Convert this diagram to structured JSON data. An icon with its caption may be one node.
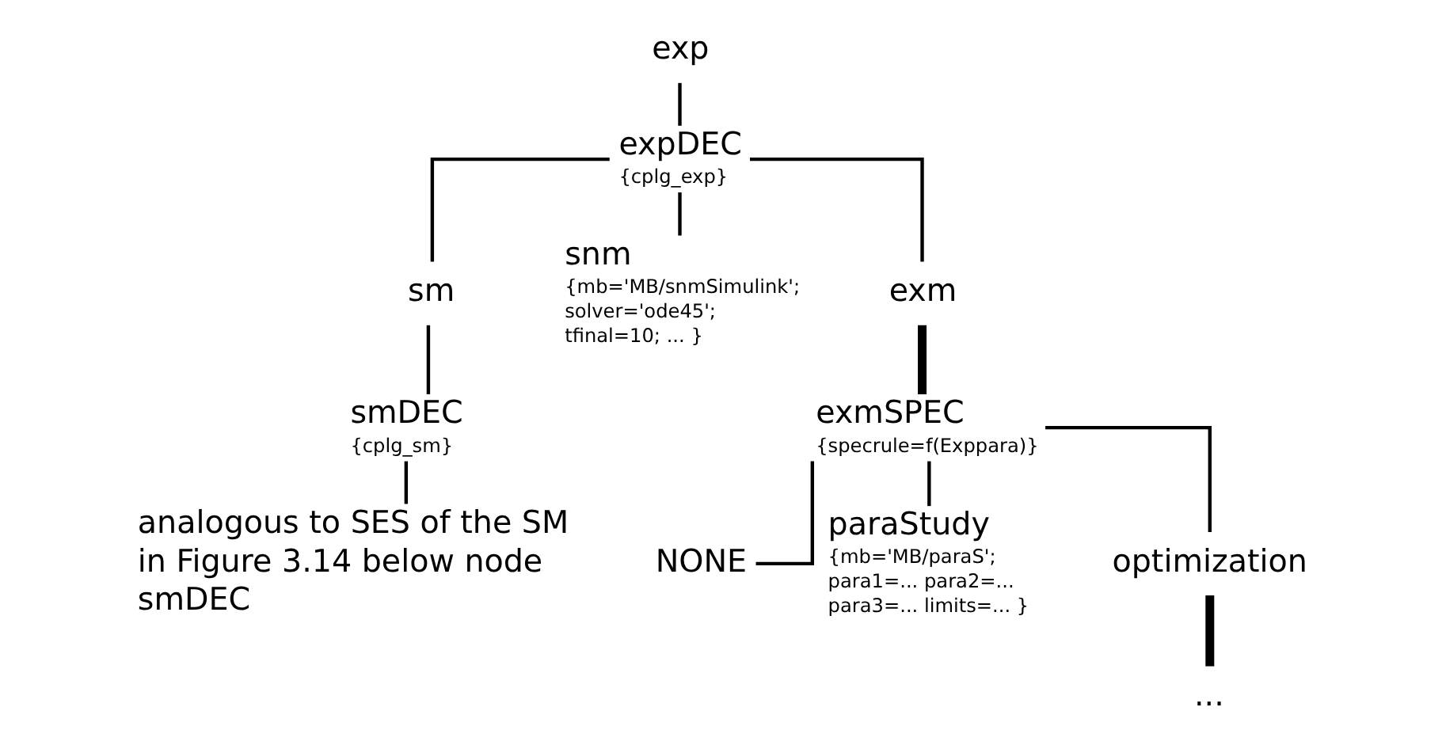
{
  "diagram": {
    "nodes": [
      {
        "text": [
          "exp"
        ]
      },
      {
        "text": [
          "expDEC"
        ],
        "beside": [
          "{cplg_exp}"
        ]
      },
      {
        "text": [
          "sm"
        ]
      },
      {
        "text": [
          "snm"
        ],
        "beside": [
          "{mb='MB/snmSimulink'; solver='ode45'; tfinal=10; ... }"
        ]
      },
      {
        "text": [
          "exm"
        ]
      },
      {
        "text": [
          "smDEC"
        ],
        "beside": [
          "{cplg_sm}"
        ]
      },
      {
        "text": [
          "exmSPEC"
        ],
        "beside": [
          "{specrule=f(Exppara)}"
        ]
      },
      {
        "text": [
          "analogous to SES of the SM in Figure 3.14 below node smDEC"
        ]
      },
      {
        "text": [
          "NONE"
        ]
      },
      {
        "text": [
          "paraStudy"
        ],
        "beside": [
          "{mb='MB/paraS'; para1=... para2=... para3=... limits=... }"
        ]
      },
      {
        "text": [
          "optimization"
        ]
      },
      {
        "text": [
          "..."
        ]
      }
    ],
    "edges": [
      {
        "from": 0,
        "to": 1,
        "arrow": "none"
      },
      {
        "from": 1,
        "to": 2,
        "arrow": "none"
      },
      {
        "from": 1,
        "to": 3,
        "arrow": "none"
      },
      {
        "from": 1,
        "to": 4,
        "arrow": "none"
      },
      {
        "from": 2,
        "to": 5,
        "arrow": "none"
      },
      {
        "from": 4,
        "to": 6,
        "arrow": "none",
        "style": "thick"
      },
      {
        "from": 5,
        "to": 7,
        "arrow": "none"
      },
      {
        "from": 6,
        "to": 8,
        "arrow": "none"
      },
      {
        "from": 6,
        "to": 9,
        "arrow": "none"
      },
      {
        "from": 6,
        "to": 10,
        "arrow": "none"
      },
      {
        "from": 10,
        "to": 11,
        "arrow": "none",
        "style": "thick"
      }
    ]
  }
}
